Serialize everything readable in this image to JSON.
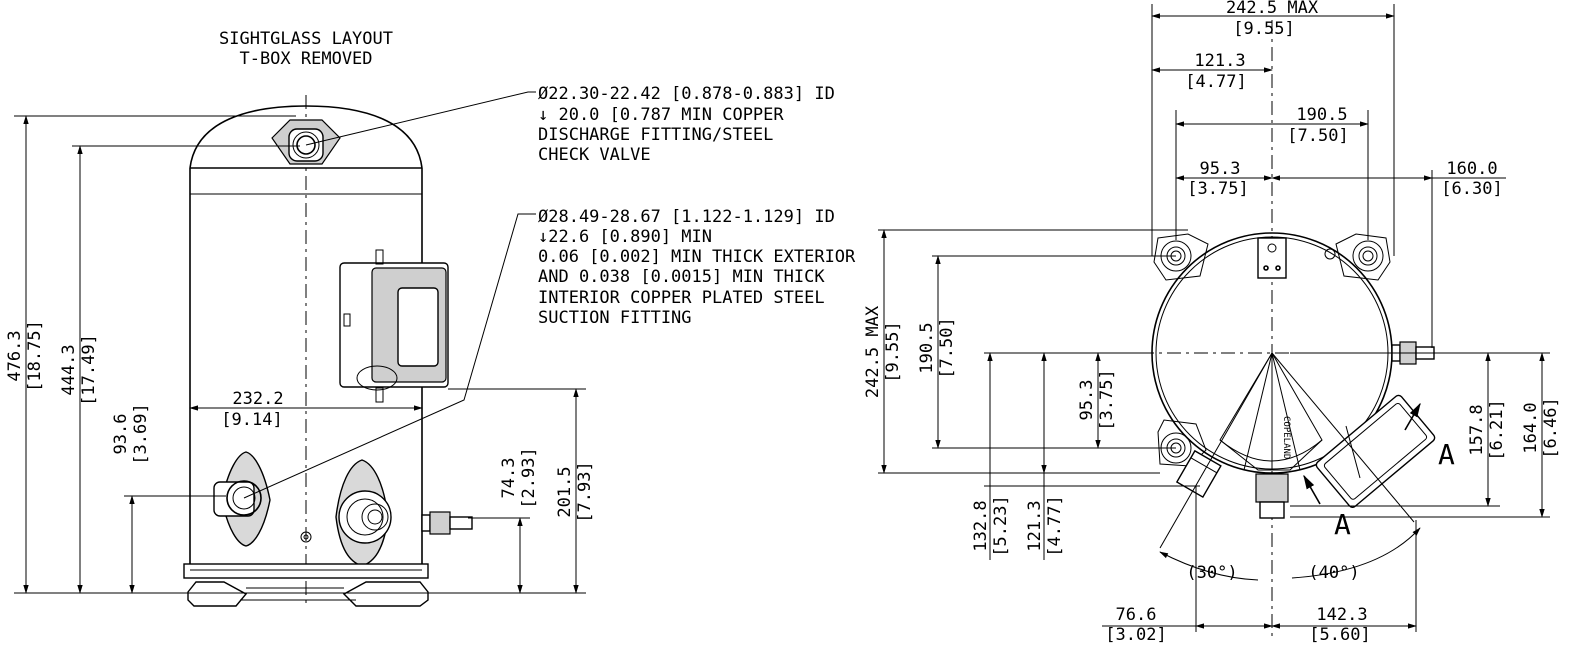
{
  "left_view": {
    "title_line1": "SIGHTGLASS LAYOUT",
    "title_line2": "T-BOX REMOVED",
    "discharge_note": [
      "Ø22.30-22.42 [0.878-0.883] ID",
      "↓ 20.0 [0.787 MIN COPPER",
      "DISCHARGE FITTING/STEEL",
      "CHECK VALVE"
    ],
    "suction_note": [
      "Ø28.49-28.67 [1.122-1.129] ID",
      "↓22.6 [0.890] MIN",
      "0.06 [0.002] MIN THICK EXTERIOR",
      "AND 0.038 [0.0015] MIN THICK",
      "INTERIOR COPPER PLATED STEEL",
      "SUCTION FITTING"
    ],
    "dim_476": "476.3",
    "dim_476_in": "[18.75]",
    "dim_444": "444.3",
    "dim_444_in": "[17.49]",
    "dim_93": "93.6",
    "dim_93_in": "[3.69]",
    "dim_232": "232.2",
    "dim_232_in": "[9.14]",
    "dim_74": "74.3",
    "dim_74_in": "[2.93]",
    "dim_201": "201.5",
    "dim_201_in": "[7.93]"
  },
  "right_view": {
    "dim_242_top": "242.5 MAX",
    "dim_242_top_in": "[9.55]",
    "dim_121_top": "121.3",
    "dim_121_top_in": "[4.77]",
    "dim_190_top": "190.5",
    "dim_190_top_in": "[7.50]",
    "dim_95_top": "95.3",
    "dim_95_top_in": "[3.75]",
    "dim_160": "160.0",
    "dim_160_in": "[6.30]",
    "dim_242_side": "242.5 MAX",
    "dim_242_side_in": "[9.55]",
    "dim_190_side": "190.5",
    "dim_190_side_in": "[7.50]",
    "dim_95_side": "95.3",
    "dim_95_side_in": "[3.75]",
    "dim_132": "132.8",
    "dim_132_in": "[5.23]",
    "dim_121_side": "121.3",
    "dim_121_side_in": "[4.77]",
    "dim_157": "157.8",
    "dim_157_in": "[6.21]",
    "dim_164": "164.0",
    "dim_164_in": "[6.46]",
    "dim_76": "76.6",
    "dim_76_in": "[3.02]",
    "dim_142": "142.3",
    "dim_142_in": "[5.60]",
    "angle_30": "(30°)",
    "angle_40": "(40°)",
    "section_label_a1": "A",
    "section_label_a2": "A",
    "brand_text": "COPELAND"
  }
}
